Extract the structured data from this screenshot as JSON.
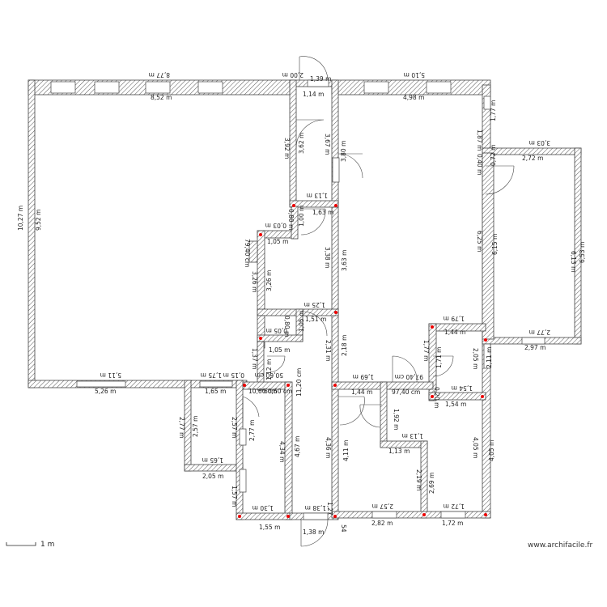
{
  "credit": "www.archifacile.fr",
  "scale_label": "1 m",
  "walls": {
    "exterior_top_left": "8,77 m",
    "interior_top_left": "8,52 m",
    "exterior_left": "10,27 m",
    "interior_left": "9,52 m",
    "exterior_top_right": "5,10 m",
    "interior_top_right": "4,98 m",
    "corridor_top_ext": "1,39 m",
    "corridor_top_offset": "2,00 m",
    "corridor_top_int": "1,14 m",
    "right_wing_ext_top": "3,03 m",
    "right_wing_int_top": "2,72 m",
    "right_wing_ext_right": "6,53 m",
    "right_wing_int_right": "6,13 m",
    "right_wing_ext_bottom": "2,77 m",
    "right_wing_int_bottom": "2,97 m",
    "right_col_a": "1,87 m",
    "right_col_b": "1,77 m",
    "right_col_c": "0,40 m",
    "right_col_d": "0,72 m",
    "right_col_e": "6,25 m",
    "right_col_f": "6,15 m",
    "right_col_g": "2,11 m",
    "right_col_h": "2,05 m",
    "right_col_i": "4,05 m",
    "right_col_j": "4,05 m",
    "closet_h1": "3,92 m",
    "closet_h2": "3,62 m",
    "closet_h3": "3,67 m",
    "closet_h4": "3,80 m",
    "closet_w1": "1,13 m",
    "closet_w2": "1,63 m",
    "closet_w3": "1,00 m",
    "closet_w4": "0,80 m",
    "nook_w1": "1,05 m",
    "nook_w2": "0,03 m",
    "nook_cm": "79,40 cm",
    "mid_h1": "3,26 m",
    "mid_h2": "3,26 m",
    "mid_h3": "3,38 m",
    "mid_h4": "3,63 m",
    "mid_w1": "1,25 m",
    "mid_w2": "1,51 m",
    "mid_w3": "0,80 m",
    "mid_w4": "1,05 m",
    "mid_w5": "0,05 m",
    "mid_w6": "1,05 m",
    "mid_v1": "2,31 m",
    "mid_v2": "2,18 m",
    "hall_v1": "1,37 m",
    "hall_v2": "1,12 m",
    "hall_cm1": "11,20 cm",
    "hall_cm2": "50,60 cm",
    "hall_cm3": "10,60 cm",
    "hall_cm4": "60,60 cm",
    "hall_w1": "1,75 m",
    "hall_w2": "1,65 m",
    "hall_w3": "0,15 m",
    "bottom_left_ext": "5,11 m",
    "bottom_left_int": "5,26 m",
    "wc_v1": "2,77 m",
    "wc_v2": "2,57 m",
    "wc_v3": "2,57 m",
    "wc_v4": "2,77 m",
    "wc_w1": "1,65 m",
    "wc_w2": "2,05 m",
    "bath_v1": "1,57 m",
    "bath_w1": "1,30 m",
    "bath_w2": "1,55 m",
    "bath_v2": "4,34 m",
    "bath_v3": "4,67 m",
    "corr_w1": "1,38 m",
    "corr_w2": "1,38 m",
    "corr_w3": "1,27",
    "corr_w4": "54",
    "corr_v1": "4,36 m",
    "corr_v2": "4,11 m",
    "kit_w1": "1,69 m",
    "kit_w2": "1,44 m",
    "kit_cm": "97,40 cm",
    "kit_w3": "97,40 cm",
    "kit_v1": "1,92 m",
    "kit_w4": "1,13 m",
    "kit_w5": "1,13 m",
    "kit_v2": "2,19 m",
    "kit_v3": "2,69 m",
    "kit_w6": "2,57 m",
    "kit_w7": "2,82 m",
    "kit_w8": "1,72 m",
    "kit_w9": "1,72 m",
    "store_w1": "1,79 m",
    "store_w2": "1,44 m",
    "store_v1": "1,77 m",
    "store_v2": "1,71 m",
    "store_v3": "0,20 m",
    "store_w3": "1,54 m",
    "store_w4": "1,54 m"
  }
}
